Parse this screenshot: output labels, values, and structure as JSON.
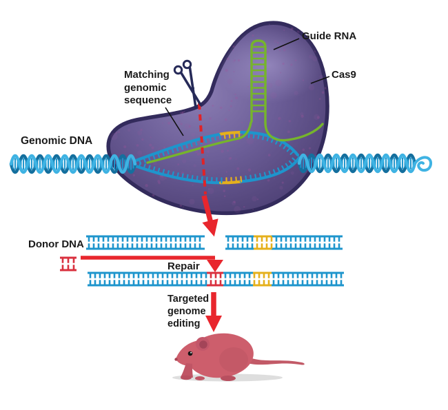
{
  "figure": {
    "type": "diagram",
    "subject": "CRISPR-Cas9 targeted genome editing",
    "labels": {
      "guide_rna": "Guide RNA",
      "cas9": "Cas9",
      "matching_genomic_sequence": [
        "Matching",
        "genomic",
        "sequence"
      ],
      "genomic_dna": "Genomic DNA",
      "donor_dna": "Donor DNA",
      "repair": "Repair",
      "targeted_genome_editing": [
        "Targeted",
        "genome",
        "editing"
      ]
    },
    "icons": {
      "scissors": "cut-site-scissors",
      "mouse": "edited-organism-mouse"
    },
    "colors": {
      "cas9_protein": "#5a4d84",
      "cas9_outline": "#332b5c",
      "guide_rna_green": "#76b42c",
      "dna_front_blue": "#3fb3e3",
      "dna_back_blue": "#146f9e",
      "dna_mid_blue": "#1e95cc",
      "pam_yellow": "#e5b01c",
      "donor_red": "#d9303e",
      "arrow_red": "#e8262d",
      "mouse_pink": "#cd5e6c",
      "text": "#1a1a1a"
    }
  }
}
